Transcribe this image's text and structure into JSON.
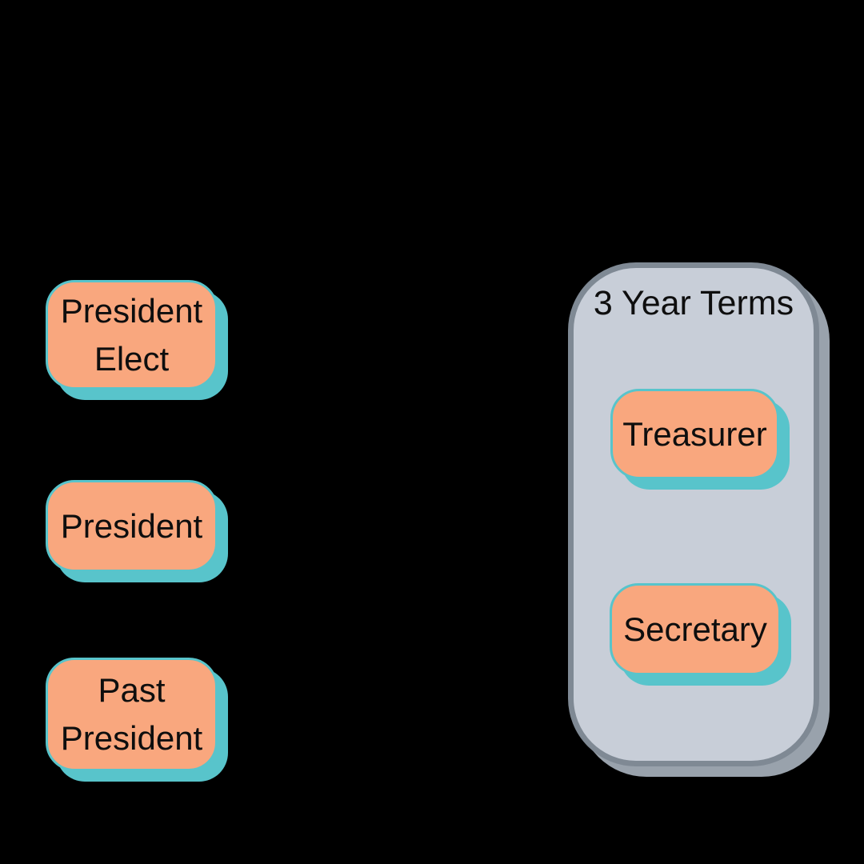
{
  "colors": {
    "background": "#000000",
    "box_fill": "#F9A77E",
    "box_border": "#58C4CB",
    "box_shadow": "#58C4CB",
    "group_fill": "#C8CED8",
    "group_border": "#7F8994",
    "group_shadow": "#99A2AC",
    "text": "#0E0E0E"
  },
  "left_roles": [
    {
      "label": "President Elect"
    },
    {
      "label": "President"
    },
    {
      "label": "Past President"
    }
  ],
  "group": {
    "title": "3 Year Terms",
    "roles": [
      {
        "label": "Treasurer"
      },
      {
        "label": "Secretary"
      }
    ]
  }
}
